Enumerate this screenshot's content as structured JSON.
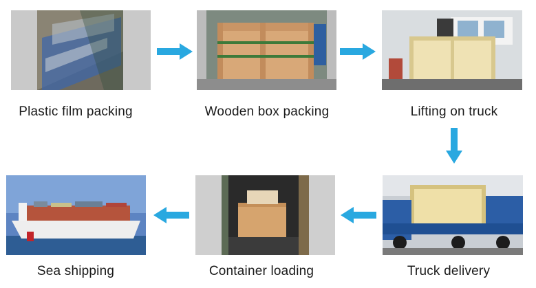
{
  "steps": [
    {
      "id": "plastic-film",
      "label": "Plastic film packing"
    },
    {
      "id": "wooden-box",
      "label": "Wooden box packing"
    },
    {
      "id": "lifting",
      "label": "Lifting on truck"
    },
    {
      "id": "truck-delivery",
      "label": "Truck delivery"
    },
    {
      "id": "container-loading",
      "label": "Container loading"
    },
    {
      "id": "sea-shipping",
      "label": "Sea shipping"
    }
  ],
  "colors": {
    "arrow": "#29a8e0",
    "frame": "#cfcfcf",
    "caption": "#1a1a1a"
  },
  "flow_icon": "arrow-icon"
}
